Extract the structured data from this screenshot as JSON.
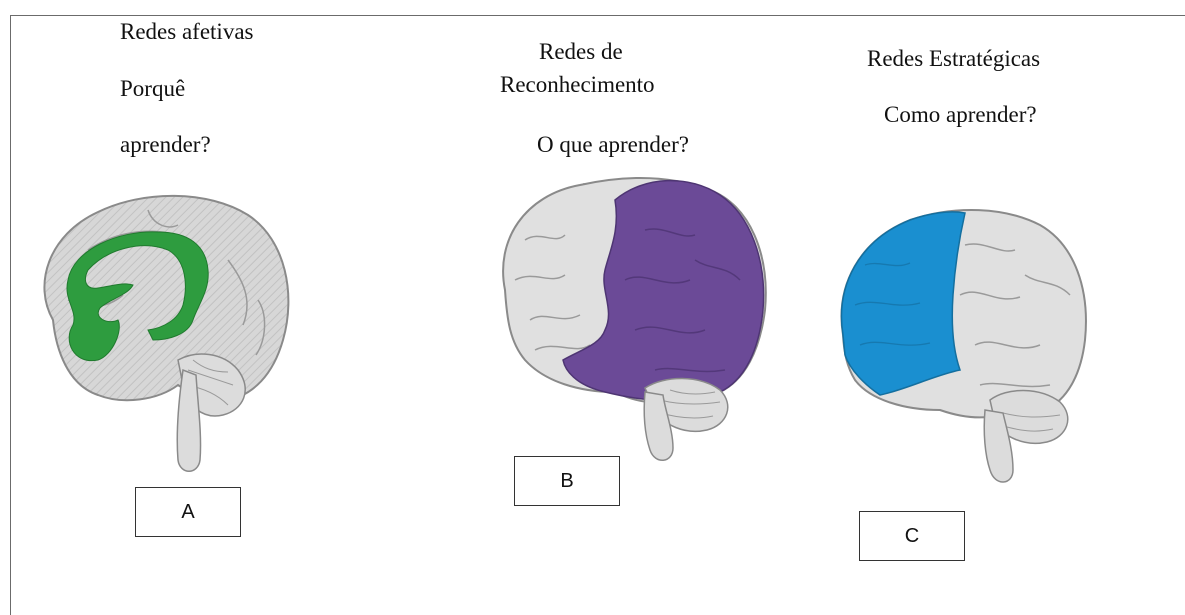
{
  "panels": [
    {
      "title_lines": [
        "Redes afetivas",
        "Porquê",
        "aprender?"
      ],
      "label": "A",
      "highlight_color": "#2e9c3f"
    },
    {
      "title_lines": [
        "Redes de",
        "Reconhecimento",
        "O que aprender?"
      ],
      "label": "B",
      "highlight_color": "#6b4a97"
    },
    {
      "title_lines": [
        "Redes Estratégicas",
        "Como aprender?"
      ],
      "label": "C",
      "highlight_color": "#1a8fd0"
    }
  ],
  "brain_color": "#dcdcdc",
  "outline_color": "#8a8a8a"
}
